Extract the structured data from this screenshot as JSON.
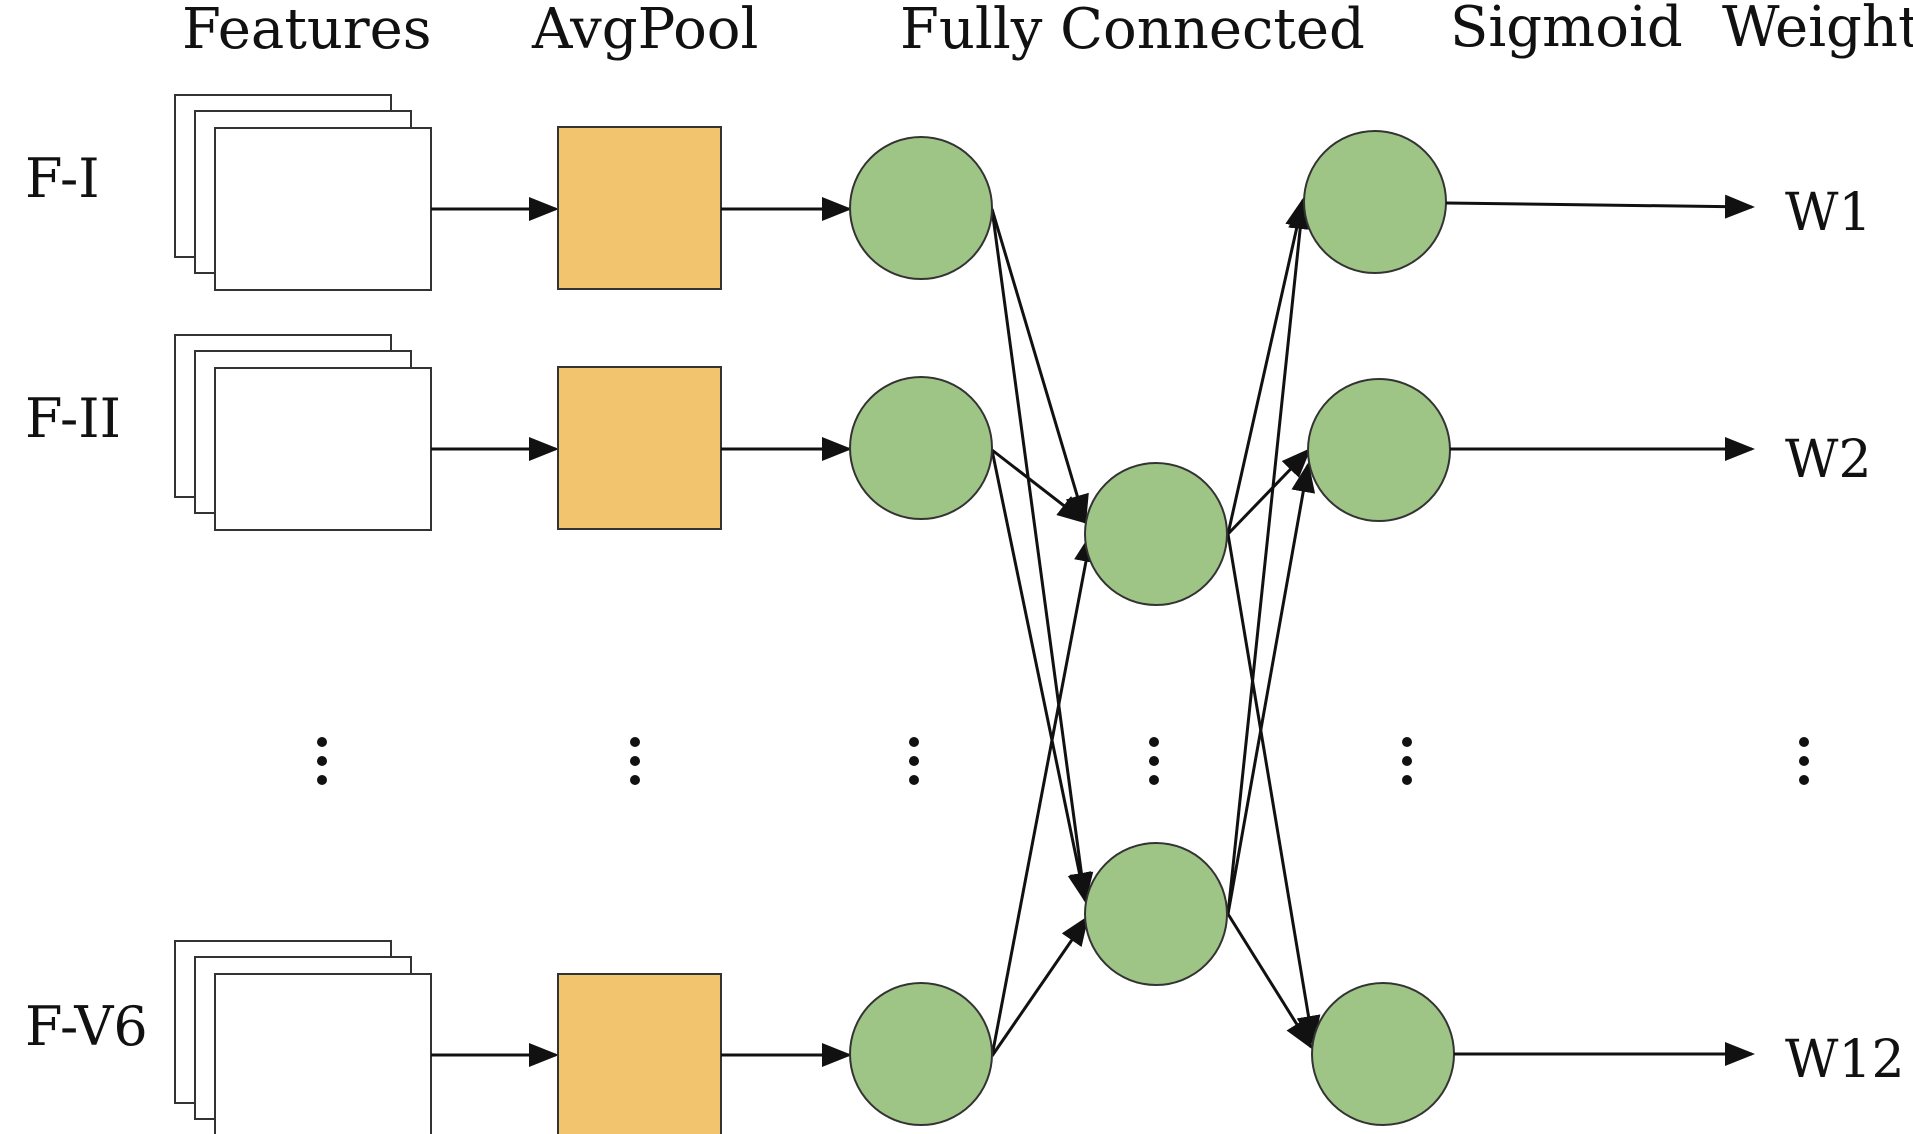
{
  "headers": {
    "features": "Features",
    "avgpool": "AvgPool",
    "fully_connected": "Fully Connected",
    "sigmoid": "Sigmoid",
    "weight": "Weight"
  },
  "rows": [
    {
      "label": "F-I"
    },
    {
      "label": "F-II"
    },
    {
      "label": "F-V6"
    }
  ],
  "outputs": [
    "W1",
    "W2",
    "W12"
  ],
  "colors": {
    "pool": "#f2c46e",
    "node": "#9ec486",
    "line": "#111111"
  }
}
